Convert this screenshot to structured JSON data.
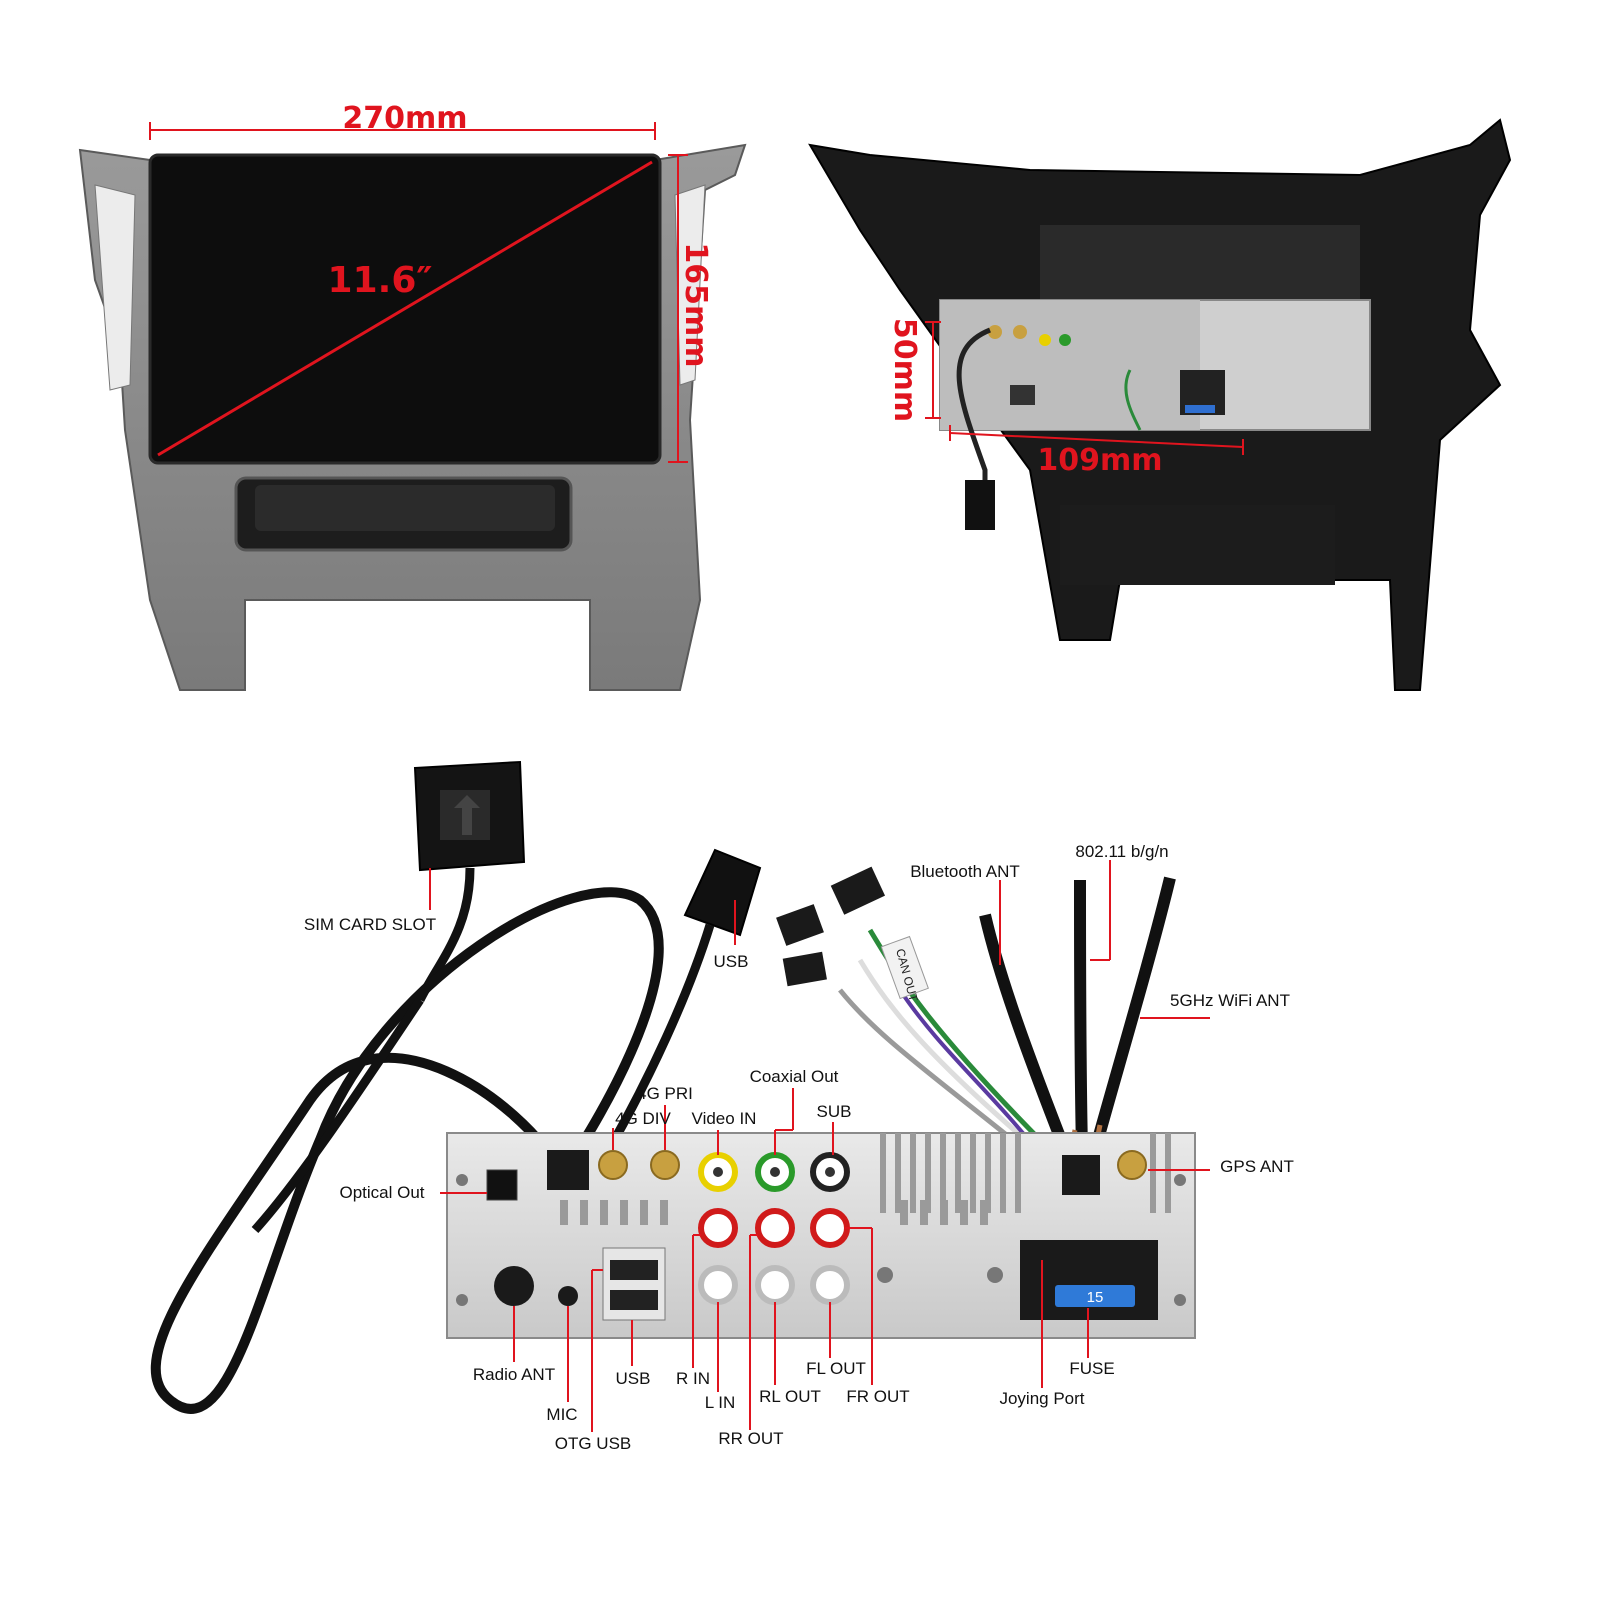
{
  "top_left": {
    "width_dim": "270mm",
    "height_dim": "165mm",
    "diagonal_dim": "11.6″",
    "dimension_color": "#e0141e"
  },
  "top_right": {
    "height_dim": "50mm",
    "depth_dim": "109mm"
  },
  "wiring": {
    "sim_card_slot": "SIM CARD SLOT",
    "usb_cable": "USB",
    "bluetooth_ant": "Bluetooth ANT",
    "wifi_80211": "802.11 b/g/n",
    "wifi_5ghz": "5GHz WiFi ANT",
    "gps_ant": "GPS ANT",
    "coaxial_out": "Coaxial Out",
    "sub": "SUB",
    "video_in": "Video IN",
    "pri_4g": "4G PRI",
    "div_4g": "4G DIV",
    "optical_out": "Optical Out",
    "radio_ant": "Radio ANT",
    "mic": "MIC",
    "usb_port": "USB",
    "otg_usb": "OTG USB",
    "r_in": "R IN",
    "l_in": "L IN",
    "rl_out": "RL OUT",
    "rr_out": "RR OUT",
    "fl_out": "FL OUT",
    "fr_out": "FR OUT",
    "joying_port": "Joying Port",
    "fuse": "FUSE",
    "fuse_value": "15",
    "can_label": "CAN OUT",
    "leader_color": "#e0141e"
  }
}
